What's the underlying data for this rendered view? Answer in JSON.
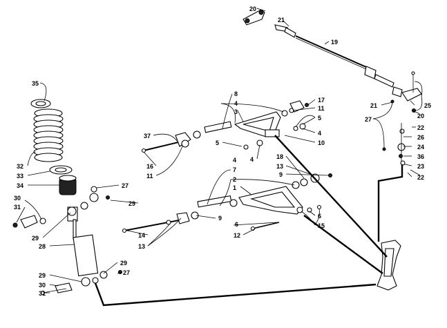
{
  "labels": [
    {
      "id": "c20",
      "text": "20"
    },
    {
      "id": "c21",
      "text": "21"
    },
    {
      "id": "c19",
      "text": "19"
    },
    {
      "id": "c25",
      "text": "25"
    },
    {
      "id": "c21b",
      "text": "21"
    },
    {
      "id": "c20b",
      "text": "20"
    },
    {
      "id": "c27a",
      "text": "27"
    },
    {
      "id": "c22a",
      "text": "22"
    },
    {
      "id": "c26",
      "text": "26"
    },
    {
      "id": "c24",
      "text": "24"
    },
    {
      "id": "c36",
      "text": "36"
    },
    {
      "id": "c23",
      "text": "23"
    },
    {
      "id": "c22b",
      "text": "22"
    },
    {
      "id": "c35",
      "text": "35"
    },
    {
      "id": "c8",
      "text": "8"
    },
    {
      "id": "c4a",
      "text": "4"
    },
    {
      "id": "c3",
      "text": "3"
    },
    {
      "id": "c17",
      "text": "17"
    },
    {
      "id": "c11a",
      "text": "11"
    },
    {
      "id": "c5a",
      "text": "5"
    },
    {
      "id": "c4b",
      "text": "4"
    },
    {
      "id": "c10",
      "text": "10"
    },
    {
      "id": "c37",
      "text": "37"
    },
    {
      "id": "c5b",
      "text": "5"
    },
    {
      "id": "c4c",
      "text": "4"
    },
    {
      "id": "c16",
      "text": "16"
    },
    {
      "id": "c11b",
      "text": "11"
    },
    {
      "id": "c32",
      "text": "32"
    },
    {
      "id": "c33",
      "text": "33"
    },
    {
      "id": "c34",
      "text": "34"
    },
    {
      "id": "c27b",
      "text": "27"
    },
    {
      "id": "c18",
      "text": "18"
    },
    {
      "id": "c13a",
      "text": "13"
    },
    {
      "id": "c9a",
      "text": "9"
    },
    {
      "id": "c4d",
      "text": "4"
    },
    {
      "id": "c7",
      "text": "7"
    },
    {
      "id": "c2",
      "text": "2"
    },
    {
      "id": "c1",
      "text": "1"
    },
    {
      "id": "c30a",
      "text": "30"
    },
    {
      "id": "c31a",
      "text": "31"
    },
    {
      "id": "c29a",
      "text": "29"
    },
    {
      "id": "c29b",
      "text": "29"
    },
    {
      "id": "c9b",
      "text": "9"
    },
    {
      "id": "c6a",
      "text": "6"
    },
    {
      "id": "c6b",
      "text": "6"
    },
    {
      "id": "c15",
      "text": "15"
    },
    {
      "id": "c12",
      "text": "12"
    },
    {
      "id": "c14",
      "text": "14"
    },
    {
      "id": "c13b",
      "text": "13"
    },
    {
      "id": "c28",
      "text": "28"
    },
    {
      "id": "c29c",
      "text": "29"
    },
    {
      "id": "c29d",
      "text": "29"
    },
    {
      "id": "c27c",
      "text": "27"
    },
    {
      "id": "c30b",
      "text": "30"
    },
    {
      "id": "c31b",
      "text": "31"
    }
  ]
}
